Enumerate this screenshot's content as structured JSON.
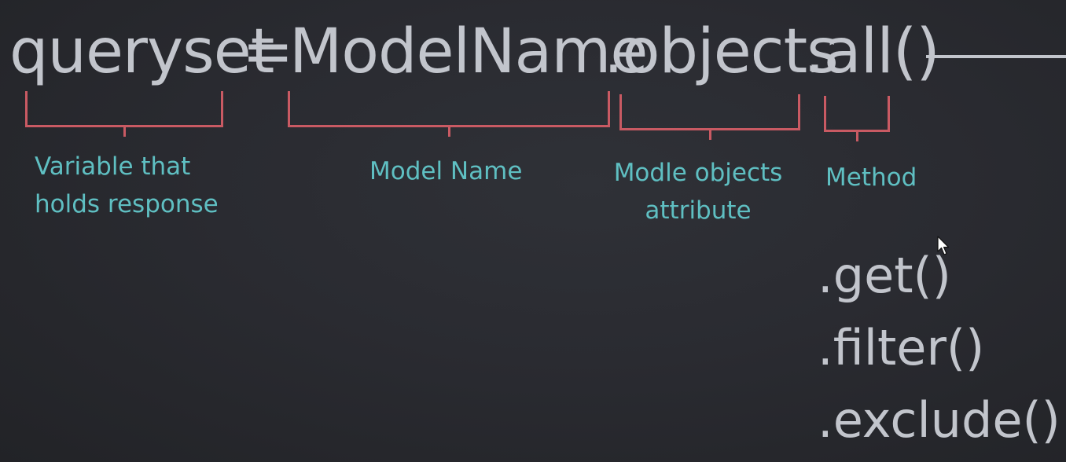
{
  "code": {
    "variable": "queryset",
    "equals": "=",
    "model_name": "ModelName",
    "objects_attribute": ".objects",
    "method": ".all()"
  },
  "annotations": {
    "variable": {
      "line1": "Variable that",
      "line2": "holds response"
    },
    "model_name": {
      "line1": "Model Name"
    },
    "objects_attribute": {
      "line1": "Modle objects",
      "line2": "attribute"
    },
    "method": {
      "line1": "Method"
    }
  },
  "other_methods": [
    ".get()",
    ".filter()",
    ".exclude()"
  ],
  "colors": {
    "background": "#2a2b31",
    "code_text": "#c2c5cc",
    "bracket": "#c95a63",
    "label": "#5fbfc2"
  }
}
